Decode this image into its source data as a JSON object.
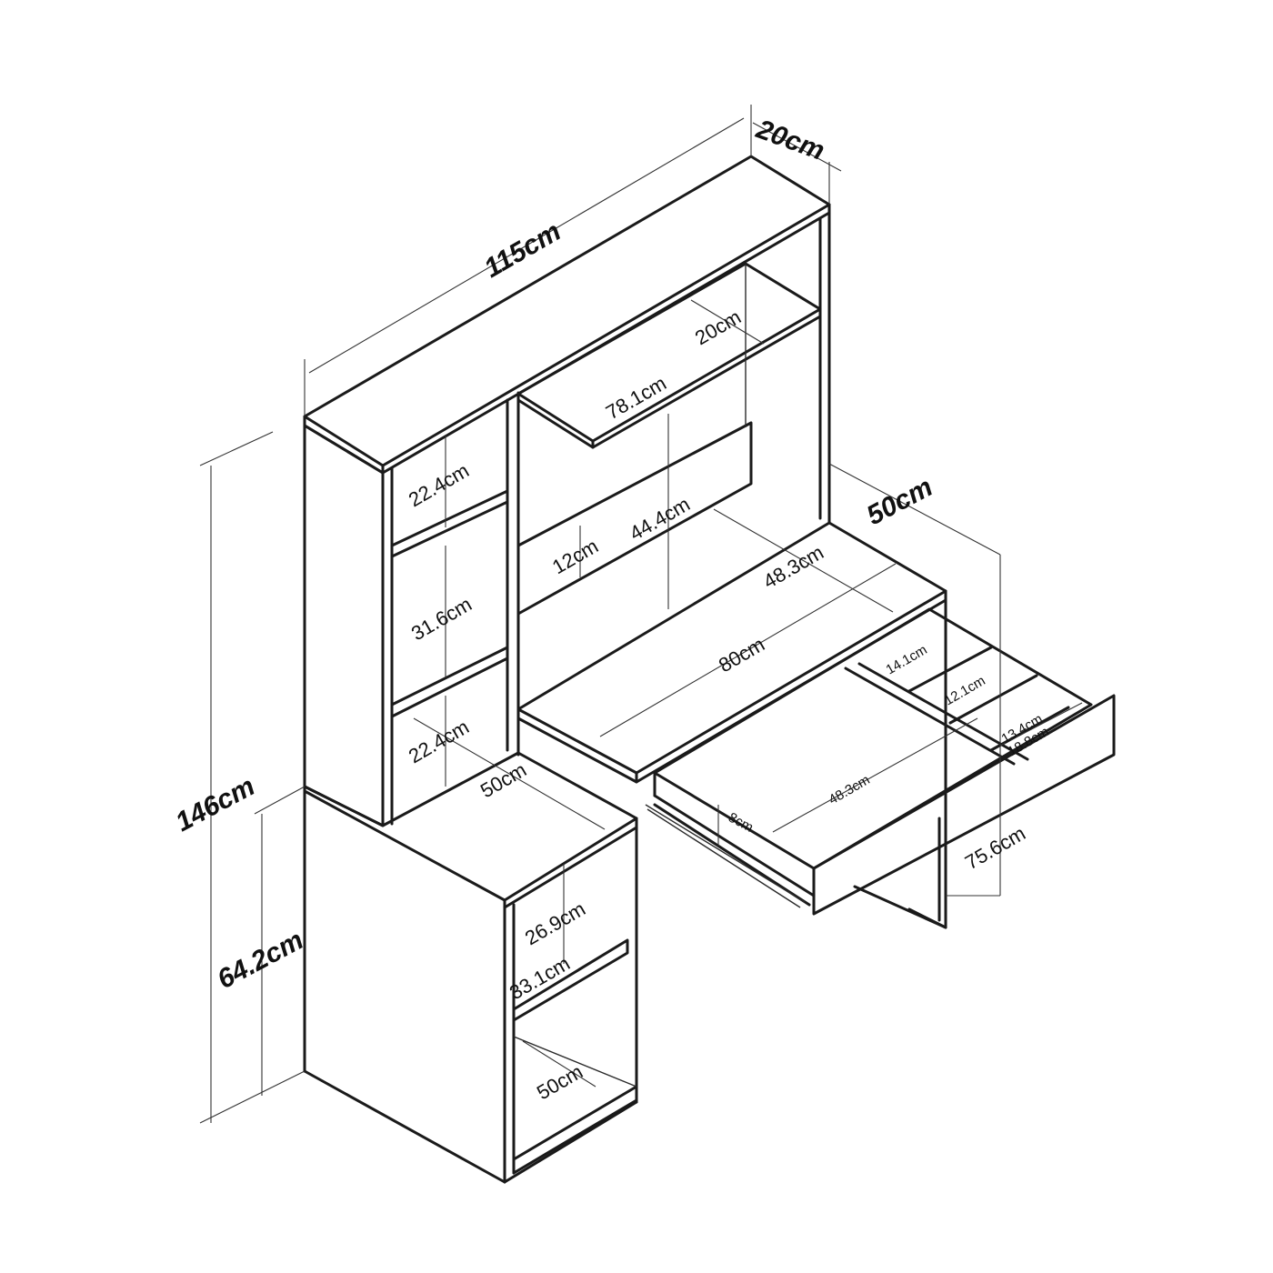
{
  "diagram": {
    "outer_dimensions": {
      "width": "115cm",
      "depth_top": "20cm",
      "height": "146cm",
      "desk_depth": "50cm",
      "pedestal_height": "64.2cm"
    },
    "labels": {
      "hutch_shelf_depth": "20cm",
      "hutch_shelf_width": "78.1cm",
      "left_upper_compartment": "22.4cm",
      "left_middle_compartment": "31.6cm",
      "left_lower_compartment": "22.4cm",
      "hutch_opening_height": "44.4cm",
      "back_panel_gap": "12cm",
      "desk_inner_depth": "48.3cm",
      "desk_width": "80cm",
      "pedestal_top_depth": "50cm",
      "cabinet_shelf_upper": "26.9cm",
      "cabinet_shelf_lower": "33.1cm",
      "cabinet_bottom_depth": "50cm",
      "drawer_height": "8cm",
      "drawer_depth": "48.3cm",
      "drawer_compartment_1": "14.1cm",
      "drawer_compartment_2": "12.1cm",
      "drawer_compartment_3": "13.4cm",
      "drawer_compartment_4": "18.8cm",
      "leg_height": "75.6cm"
    }
  }
}
